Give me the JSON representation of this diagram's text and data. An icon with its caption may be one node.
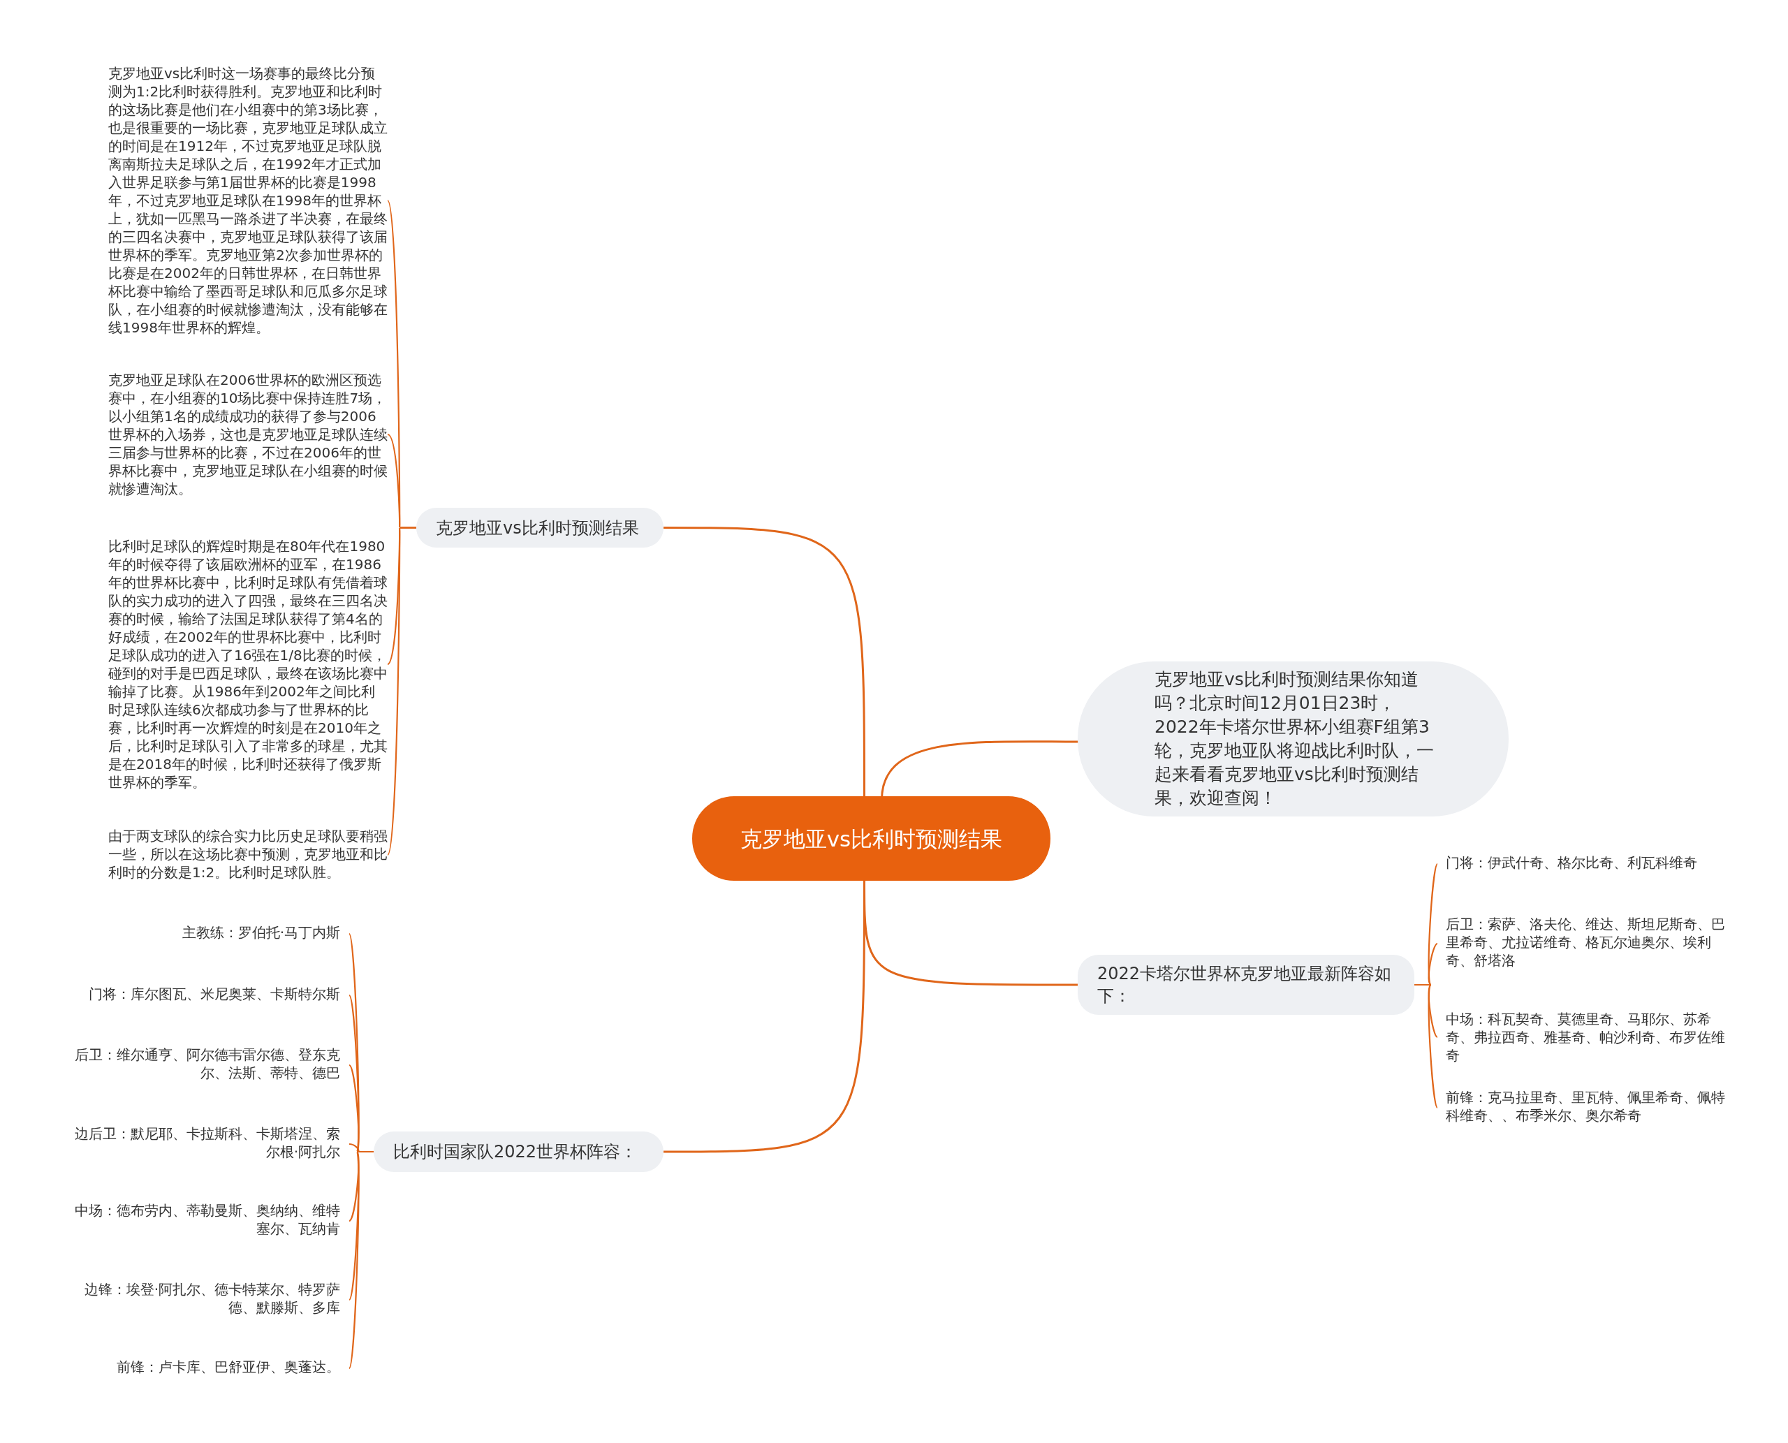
{
  "diagram": {
    "nodes": [
      {
        "text": [
          "克罗地亚vs比利时预测结果"
        ]
      },
      {
        "text": [
          "克罗地亚vs比利时预测结果"
        ]
      },
      {
        "text": [
          "克罗地亚vs比利时这一场赛事的最终比分预测为1:2比利时获得胜利。克罗地亚和比利时的这场比赛是他们在小组赛中的第3场比赛，也是很重要的一场比赛，克罗地亚足球队成立的时间是在1912年，不过克罗地亚足球队脱离南斯拉夫足球队之后，在1992年才正式加入世界足联参与第1届世界杯的比赛是1998年，不过克罗地亚足球队在1998年的世界杯上，犹如一匹黑马一路杀进了半决赛，在最终的三四名决赛中，克罗地亚足球队获得了该届世界杯的季军。克罗地亚第2次参加世界杯的比赛是在2002年的日韩世界杯，在日韩世界杯比赛中输给了墨西哥足球队和厄瓜多尔足球队，在小组赛的时候就惨遭淘汰，没有能够在线1998年世界杯的辉煌。"
        ]
      },
      {
        "text": [
          "克罗地亚足球队在2006世界杯的欧洲区预选赛中，在小组赛的10场比赛中保持连胜7场，以小组第1名的成绩成功的获得了参与2006世界杯的入场券，这也是克罗地亚足球队连续三届参与世界杯的比赛，不过在2006年的世界杯比赛中，克罗地亚足球队在小组赛的时候就惨遭淘汰。"
        ]
      },
      {
        "text": [
          "比利时足球队的辉煌时期是在80年代在1980年的时候夺得了该届欧洲杯的亚军，在1986年的世界杯比赛中，比利时足球队有凭借着球队的实力成功的进入了四强，最终在三四名决赛的时候，输给了法国足球队获得了第4名的好成绩，在2002年的世界杯比赛中，比利时足球队成功的进入了16强在1/8比赛的时候，碰到的对手是巴西足球队，最终在该场比赛中输掉了比赛。从1986年到2002年之间比利时足球队连续6次都成功参与了世界杯的比赛，比利时再一次辉煌的时刻是在2010年之后，比利时足球队引入了非常多的球星，尤其是在2018年的时候，比利时还获得了俄罗斯世界杯的季军。"
        ]
      },
      {
        "text": [
          "由于两支球队的综合实力比历史足球队要稍强一些，所以在这场比赛中预测，克罗地亚和比利时的分数是1:2。比利时足球队胜。"
        ]
      },
      {
        "text": [
          "克罗地亚vs比利时预测结果你知道吗？北京时间12月01日23时，2022年卡塔尔世界杯小组赛F组第3轮，克罗地亚队将迎战比利时队，一起来看看克罗地亚vs比利时预测结果，欢迎查阅！"
        ]
      },
      {
        "text": [
          "2022卡塔尔世界杯克罗地亚最新阵容如下："
        ]
      },
      {
        "text": [
          "门将：伊武什奇、格尔比奇、利瓦科维奇"
        ]
      },
      {
        "text": [
          "后卫：索萨、洛夫伦、维达、斯坦尼斯奇、巴里希奇、尤拉诺维奇、格瓦尔迪奥尔、埃利奇、舒塔洛"
        ]
      },
      {
        "text": [
          "中场：科瓦契奇、莫德里奇、马耶尔、苏希奇、弗拉西奇、雅基奇、帕沙利奇、布罗佐维奇"
        ]
      },
      {
        "text": [
          "前锋：克马拉里奇、里瓦特、佩里希奇、佩特科维奇、、布季米尔、奥尔希奇"
        ]
      },
      {
        "text": [
          "比利时国家队2022世界杯阵容："
        ]
      },
      {
        "text": [
          "主教练：罗伯托·马丁内斯"
        ]
      },
      {
        "text": [
          "门将：库尔图瓦、米尼奥莱、卡斯特尔斯"
        ]
      },
      {
        "text": [
          "后卫：维尔通亨、阿尔德韦雷尔德、登东克尔、法斯、蒂特、德巴"
        ]
      },
      {
        "text": [
          "边后卫：默尼耶、卡拉斯科、卡斯塔涅、索尔根·阿扎尔"
        ]
      },
      {
        "text": [
          "中场：德布劳内、蒂勒曼斯、奥纳纳、维特塞尔、瓦纳肯"
        ]
      },
      {
        "text": [
          "边锋：埃登·阿扎尔、德卡特莱尔、特罗萨德、默滕斯、多库"
        ]
      },
      {
        "text": [
          "前锋：卢卡库、巴舒亚伊、奥蓬达。"
        ]
      }
    ],
    "edges": [
      {
        "from": 0,
        "to": 1,
        "arrow": "none"
      },
      {
        "from": 1,
        "to": 2,
        "arrow": "none"
      },
      {
        "from": 1,
        "to": 3,
        "arrow": "none"
      },
      {
        "from": 1,
        "to": 4,
        "arrow": "none"
      },
      {
        "from": 1,
        "to": 5,
        "arrow": "none"
      },
      {
        "from": 0,
        "to": 6,
        "arrow": "none"
      },
      {
        "from": 0,
        "to": 7,
        "arrow": "none"
      },
      {
        "from": 7,
        "to": 8,
        "arrow": "none"
      },
      {
        "from": 7,
        "to": 9,
        "arrow": "none"
      },
      {
        "from": 7,
        "to": 10,
        "arrow": "none"
      },
      {
        "from": 7,
        "to": 11,
        "arrow": "none"
      },
      {
        "from": 0,
        "to": 12,
        "arrow": "none"
      },
      {
        "from": 12,
        "to": 13,
        "arrow": "none"
      },
      {
        "from": 12,
        "to": 14,
        "arrow": "none"
      },
      {
        "from": 12,
        "to": 15,
        "arrow": "none"
      },
      {
        "from": 12,
        "to": 16,
        "arrow": "none"
      },
      {
        "from": 12,
        "to": 17,
        "arrow": "none"
      },
      {
        "from": 12,
        "to": 18,
        "arrow": "none"
      },
      {
        "from": 12,
        "to": 19,
        "arrow": "none"
      }
    ]
  }
}
